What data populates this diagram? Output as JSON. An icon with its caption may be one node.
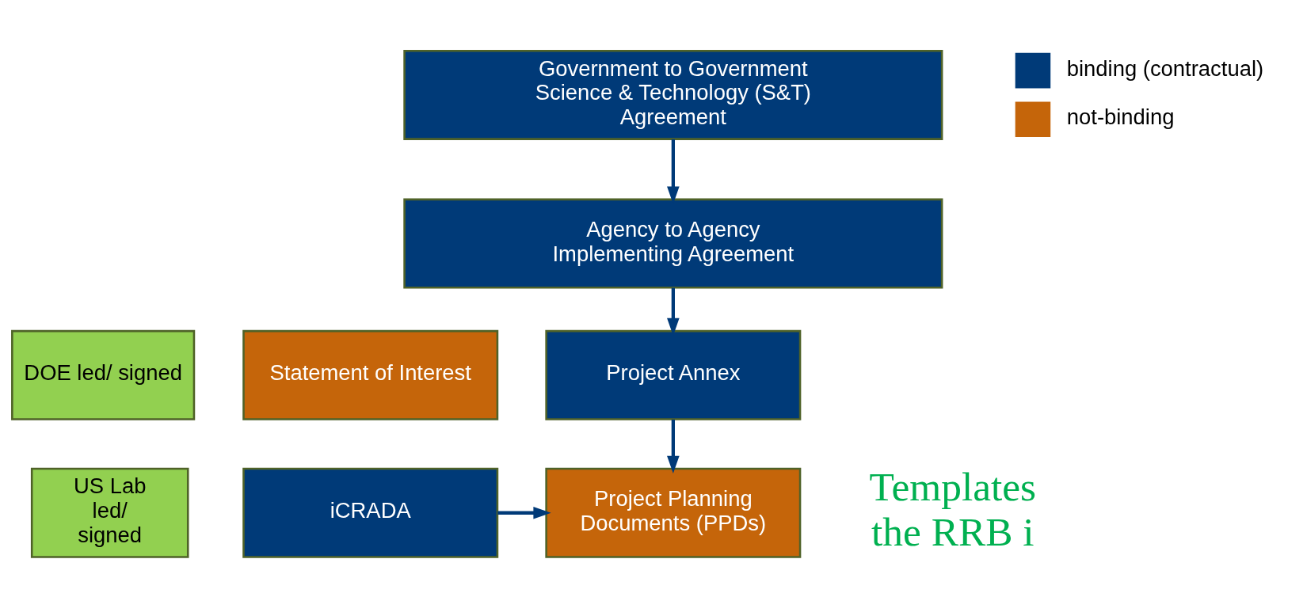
{
  "diagram": {
    "nodes": [
      {
        "text": [
          "DOE led/ signed"
        ]
      },
      {
        "text": [
          "US Lab led/ signed"
        ]
      },
      {
        "text": [
          "Government to Government Science & Technology (S&T) Agreement"
        ]
      },
      {
        "text": [
          "Agency to Agency Implementing Agreement"
        ]
      },
      {
        "text": [
          "Project Annex"
        ]
      },
      {
        "text": [
          "Statement of Interest"
        ]
      },
      {
        "text": [
          "iCRADA"
        ]
      },
      {
        "text": [
          "Project Planning Documents (PPDs)"
        ]
      }
    ],
    "edges": [
      {
        "from": 2,
        "to": 3,
        "arrow": "to"
      },
      {
        "from": 3,
        "to": 4,
        "arrow": "to"
      },
      {
        "from": 4,
        "to": 7,
        "arrow": "to"
      },
      {
        "from": 6,
        "to": 7,
        "arrow": "to"
      }
    ],
    "labels": [
      "Templates the RRB i"
    ],
    "legend": [
      {
        "text": "binding (contractual)",
        "color": "#003a78"
      },
      {
        "text": "not-binding",
        "color": "#c5650a"
      }
    ]
  }
}
